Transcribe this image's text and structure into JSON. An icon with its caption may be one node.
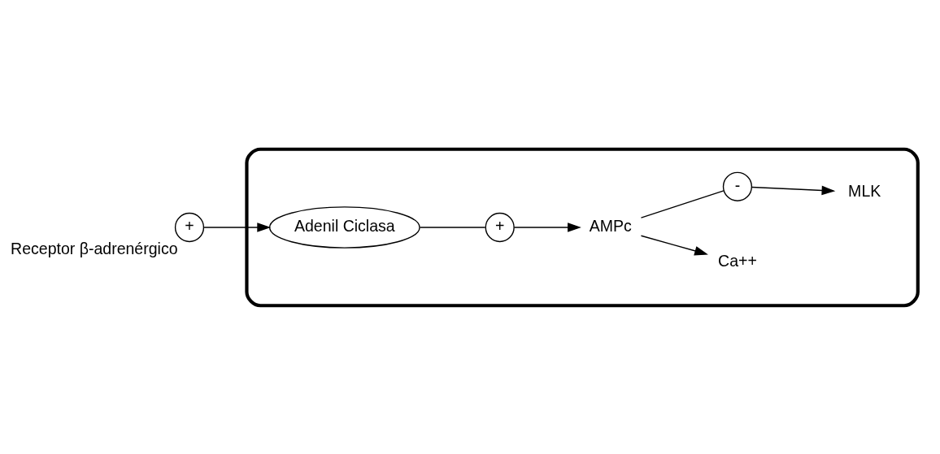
{
  "diagram": {
    "nodes": [
      {
        "text": [],
        "shape": "box"
      },
      {
        "text": [
          "+"
        ],
        "beside": [
          "Receptor β-adrenérgico"
        ]
      },
      {
        "text": [
          "Adenil Ciclasa"
        ],
        "in": 0
      },
      {
        "text": [
          "+"
        ],
        "in": 0
      },
      {
        "text": [
          "AMPc"
        ],
        "in": 0
      },
      {
        "text": [
          "Ca++"
        ],
        "in": 0
      },
      {
        "text": [
          "-"
        ],
        "in": 0
      },
      {
        "text": [
          "MLK"
        ],
        "in": 0
      }
    ],
    "edges": [
      {
        "from": 1,
        "to": 2,
        "arrow": "to"
      },
      {
        "from": 2,
        "to": 3,
        "arrow": "none"
      },
      {
        "from": 3,
        "to": 4,
        "arrow": "to"
      },
      {
        "from": 4,
        "to": 5,
        "arrow": "to"
      },
      {
        "from": 4,
        "to": 6,
        "arrow": "none"
      },
      {
        "from": 6,
        "to": 7,
        "arrow": "to"
      }
    ]
  }
}
